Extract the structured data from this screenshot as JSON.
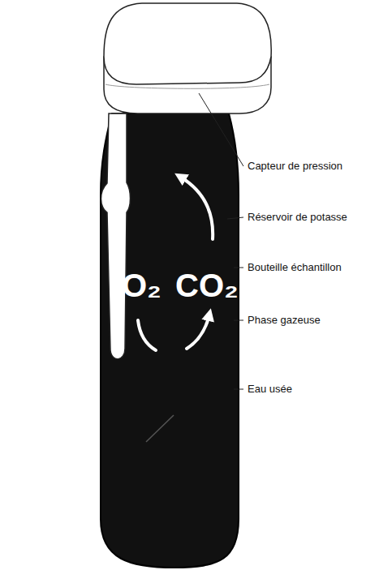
{
  "diagram": {
    "labels": [
      "Capteur de pression",
      "Réservoir de potasse",
      "O₂",
      "CO₂",
      "Bouteille échantillon",
      "Phase gazeuse",
      "Eau usée"
    ]
  }
}
